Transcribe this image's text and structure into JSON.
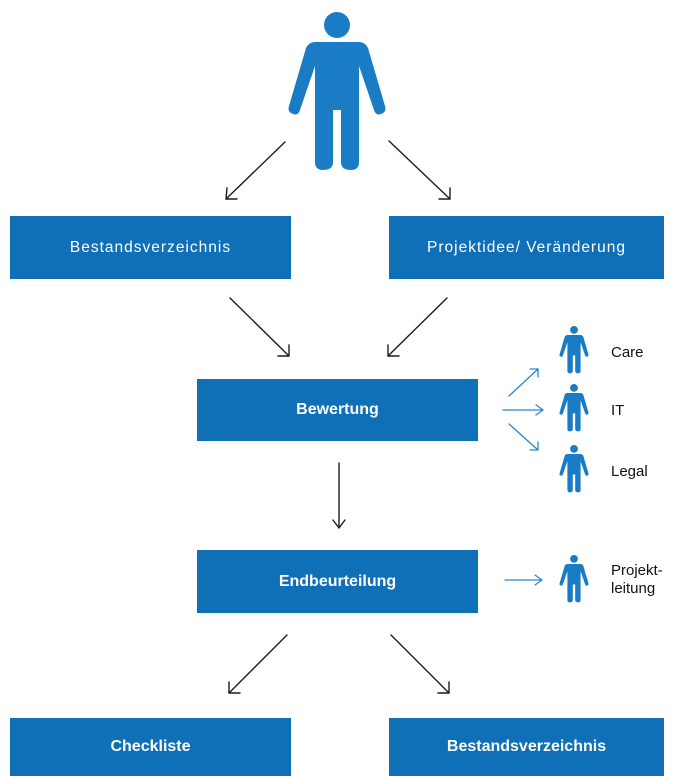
{
  "colors": {
    "box_fill": "#0f6fb7",
    "person": "#1a7cc4",
    "arrow_dark": "#1c1c1c",
    "arrow_blue": "#2a86cc"
  },
  "boxes": {
    "bestandsverzeichnis_top": "Bestandsverzeichnis",
    "projektidee": "Projektidee/ Veränderung",
    "bewertung": "Bewertung",
    "endbeurteilung": "Endbeurteilung",
    "checkliste": "Checkliste",
    "bestandsverzeichnis_bottom": "Bestandsverzeichnis"
  },
  "roles": {
    "care": "Care",
    "it": "IT",
    "legal": "Legal",
    "projektleitung_line1": "Projekt-",
    "projektleitung_line2": "leitung"
  },
  "icons": {
    "main_person": "person-icon",
    "role_person": "person-icon"
  }
}
